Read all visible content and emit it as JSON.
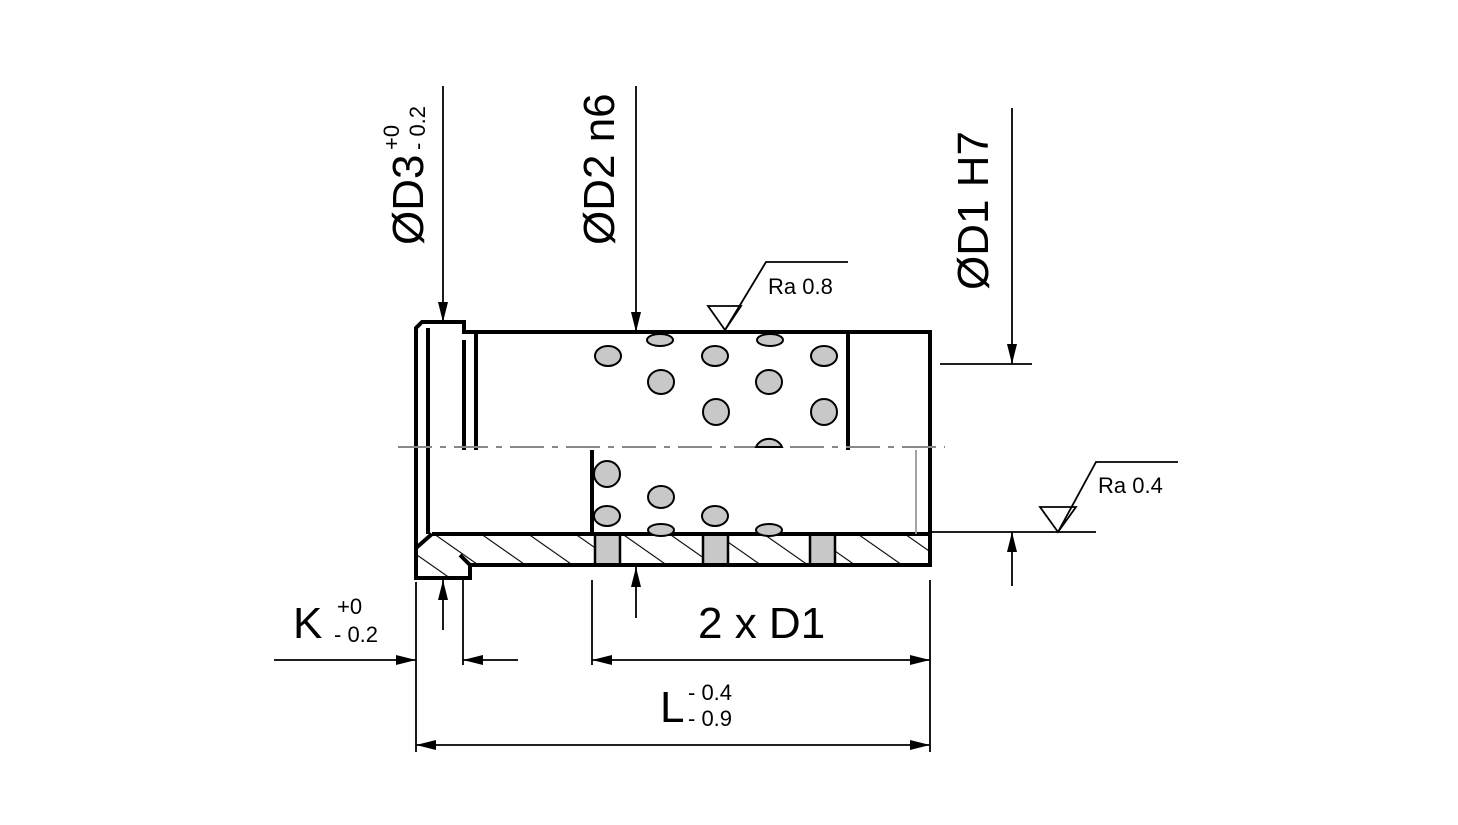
{
  "dimensions": {
    "d3": {
      "label": "ØD3",
      "tol_upper": "+0",
      "tol_lower": "- 0.2"
    },
    "d2": {
      "label": "ØD2 n6"
    },
    "d1": {
      "label": "ØD1 H7"
    },
    "k": {
      "label": "K",
      "tol_upper": "+0",
      "tol_lower": "- 0.2"
    },
    "groove_length": {
      "label": "2 x D1"
    },
    "l": {
      "label": "L",
      "tol_upper": "- 0.4",
      "tol_lower": "- 0.9"
    }
  },
  "surface_finish": {
    "outer": "Ra 0.8",
    "inner": "Ra 0.4"
  },
  "colors": {
    "line": "#000000",
    "graphite_plug": "#c8c8c8",
    "centerline": "#888888"
  }
}
